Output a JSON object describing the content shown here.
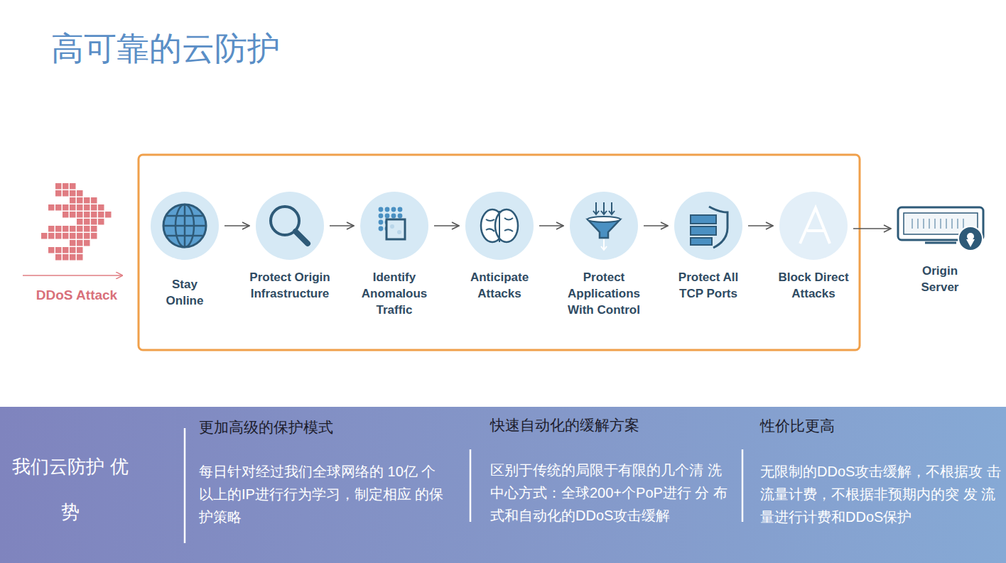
{
  "diagram": {
    "title": "高可靠的云防护",
    "nodes": [
      {
        "text": [
          "DDoS Attack"
        ]
      },
      {
        "text": [
          "Stay Online"
        ]
      },
      {
        "text": [
          "Protect Origin Infrastructure"
        ]
      },
      {
        "text": [
          "Identify Anomalous Traffic"
        ]
      },
      {
        "text": [
          "Anticipate Attacks"
        ]
      },
      {
        "text": [
          "Protect Applications With Control"
        ]
      },
      {
        "text": [
          "Protect All TCP Ports"
        ]
      },
      {
        "text": [
          "Block Direct Attacks"
        ]
      },
      {
        "text": [
          "Origin Server"
        ]
      },
      {
        "text": [
          "我们云防护 优势",
          "更加高级的保护模式",
          "每日针对经过我们全球网络的 10亿 个以上的IP进行行为学习，制定相应 的保护策略",
          "快速自动化的缓解方案",
          "区别于传统的局限于有限的几个清 洗中心方式：全球200+个PoP进行 分 布式和自动化的DDoS攻击缓解",
          "性价比更高",
          "无限制的DDoS攻击缓解，不根据攻 击流量计费，不根据非预期内的突 发 流量进行计费和DDoS保护"
        ]
      }
    ],
    "edges": [
      {
        "from": 1,
        "to": 2,
        "arrow": "to"
      },
      {
        "from": 2,
        "to": 3,
        "arrow": "to"
      },
      {
        "from": 3,
        "to": 4,
        "arrow": "to"
      },
      {
        "from": 4,
        "to": 5,
        "arrow": "to"
      },
      {
        "from": 5,
        "to": 6,
        "arrow": "to"
      },
      {
        "from": 6,
        "to": 7,
        "arrow": "to"
      },
      {
        "from": 7,
        "to": 8,
        "arrow": "to"
      }
    ]
  }
}
